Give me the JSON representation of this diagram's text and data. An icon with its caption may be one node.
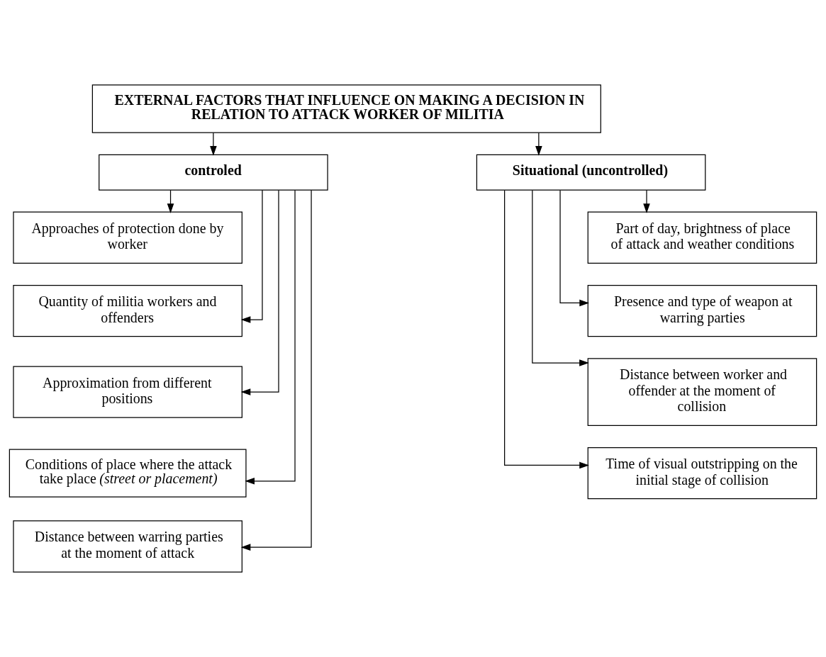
{
  "diagram": {
    "nodes": [
      {
        "text": [
          "EXTERNAL FACTORS THAT INFLUENCE ON MAKING A DECISION IN RELATION TO ATTACK WORKER OF MILITIA"
        ]
      },
      {
        "text": [
          "controled"
        ]
      },
      {
        "text": [
          "Situational (uncontrolled)"
        ]
      },
      {
        "text": [
          "Approaches of protection done by worker"
        ]
      },
      {
        "text": [
          "Quantity of militia workers and offenders"
        ]
      },
      {
        "text": [
          "Approximation from different positions"
        ]
      },
      {
        "text": [
          "Conditions of place where the attack take place *(street or placement)*"
        ]
      },
      {
        "text": [
          "Distance between warring parties at the moment of attack"
        ]
      },
      {
        "text": [
          "Part of day, brightness of place of attack and weather conditions"
        ]
      },
      {
        "text": [
          "Presence and type of weapon at warring parties"
        ]
      },
      {
        "text": [
          "Distance between worker and offender at the moment of collision"
        ]
      },
      {
        "text": [
          "Time of visual outstripping on the initial stage of collision"
        ]
      }
    ],
    "edges": [
      {
        "from": 0,
        "to": 1,
        "arrow": "to"
      },
      {
        "from": 0,
        "to": 2,
        "arrow": "to"
      },
      {
        "from": 1,
        "to": 3,
        "arrow": "to"
      },
      {
        "from": 1,
        "to": 4,
        "arrow": "to"
      },
      {
        "from": 1,
        "to": 5,
        "arrow": "to"
      },
      {
        "from": 1,
        "to": 6,
        "arrow": "to"
      },
      {
        "from": 1,
        "to": 7,
        "arrow": "to"
      },
      {
        "from": 2,
        "to": 8,
        "arrow": "to"
      },
      {
        "from": 2,
        "to": 9,
        "arrow": "to"
      },
      {
        "from": 2,
        "to": 10,
        "arrow": "to"
      },
      {
        "from": 2,
        "to": 11,
        "arrow": "to"
      }
    ]
  }
}
